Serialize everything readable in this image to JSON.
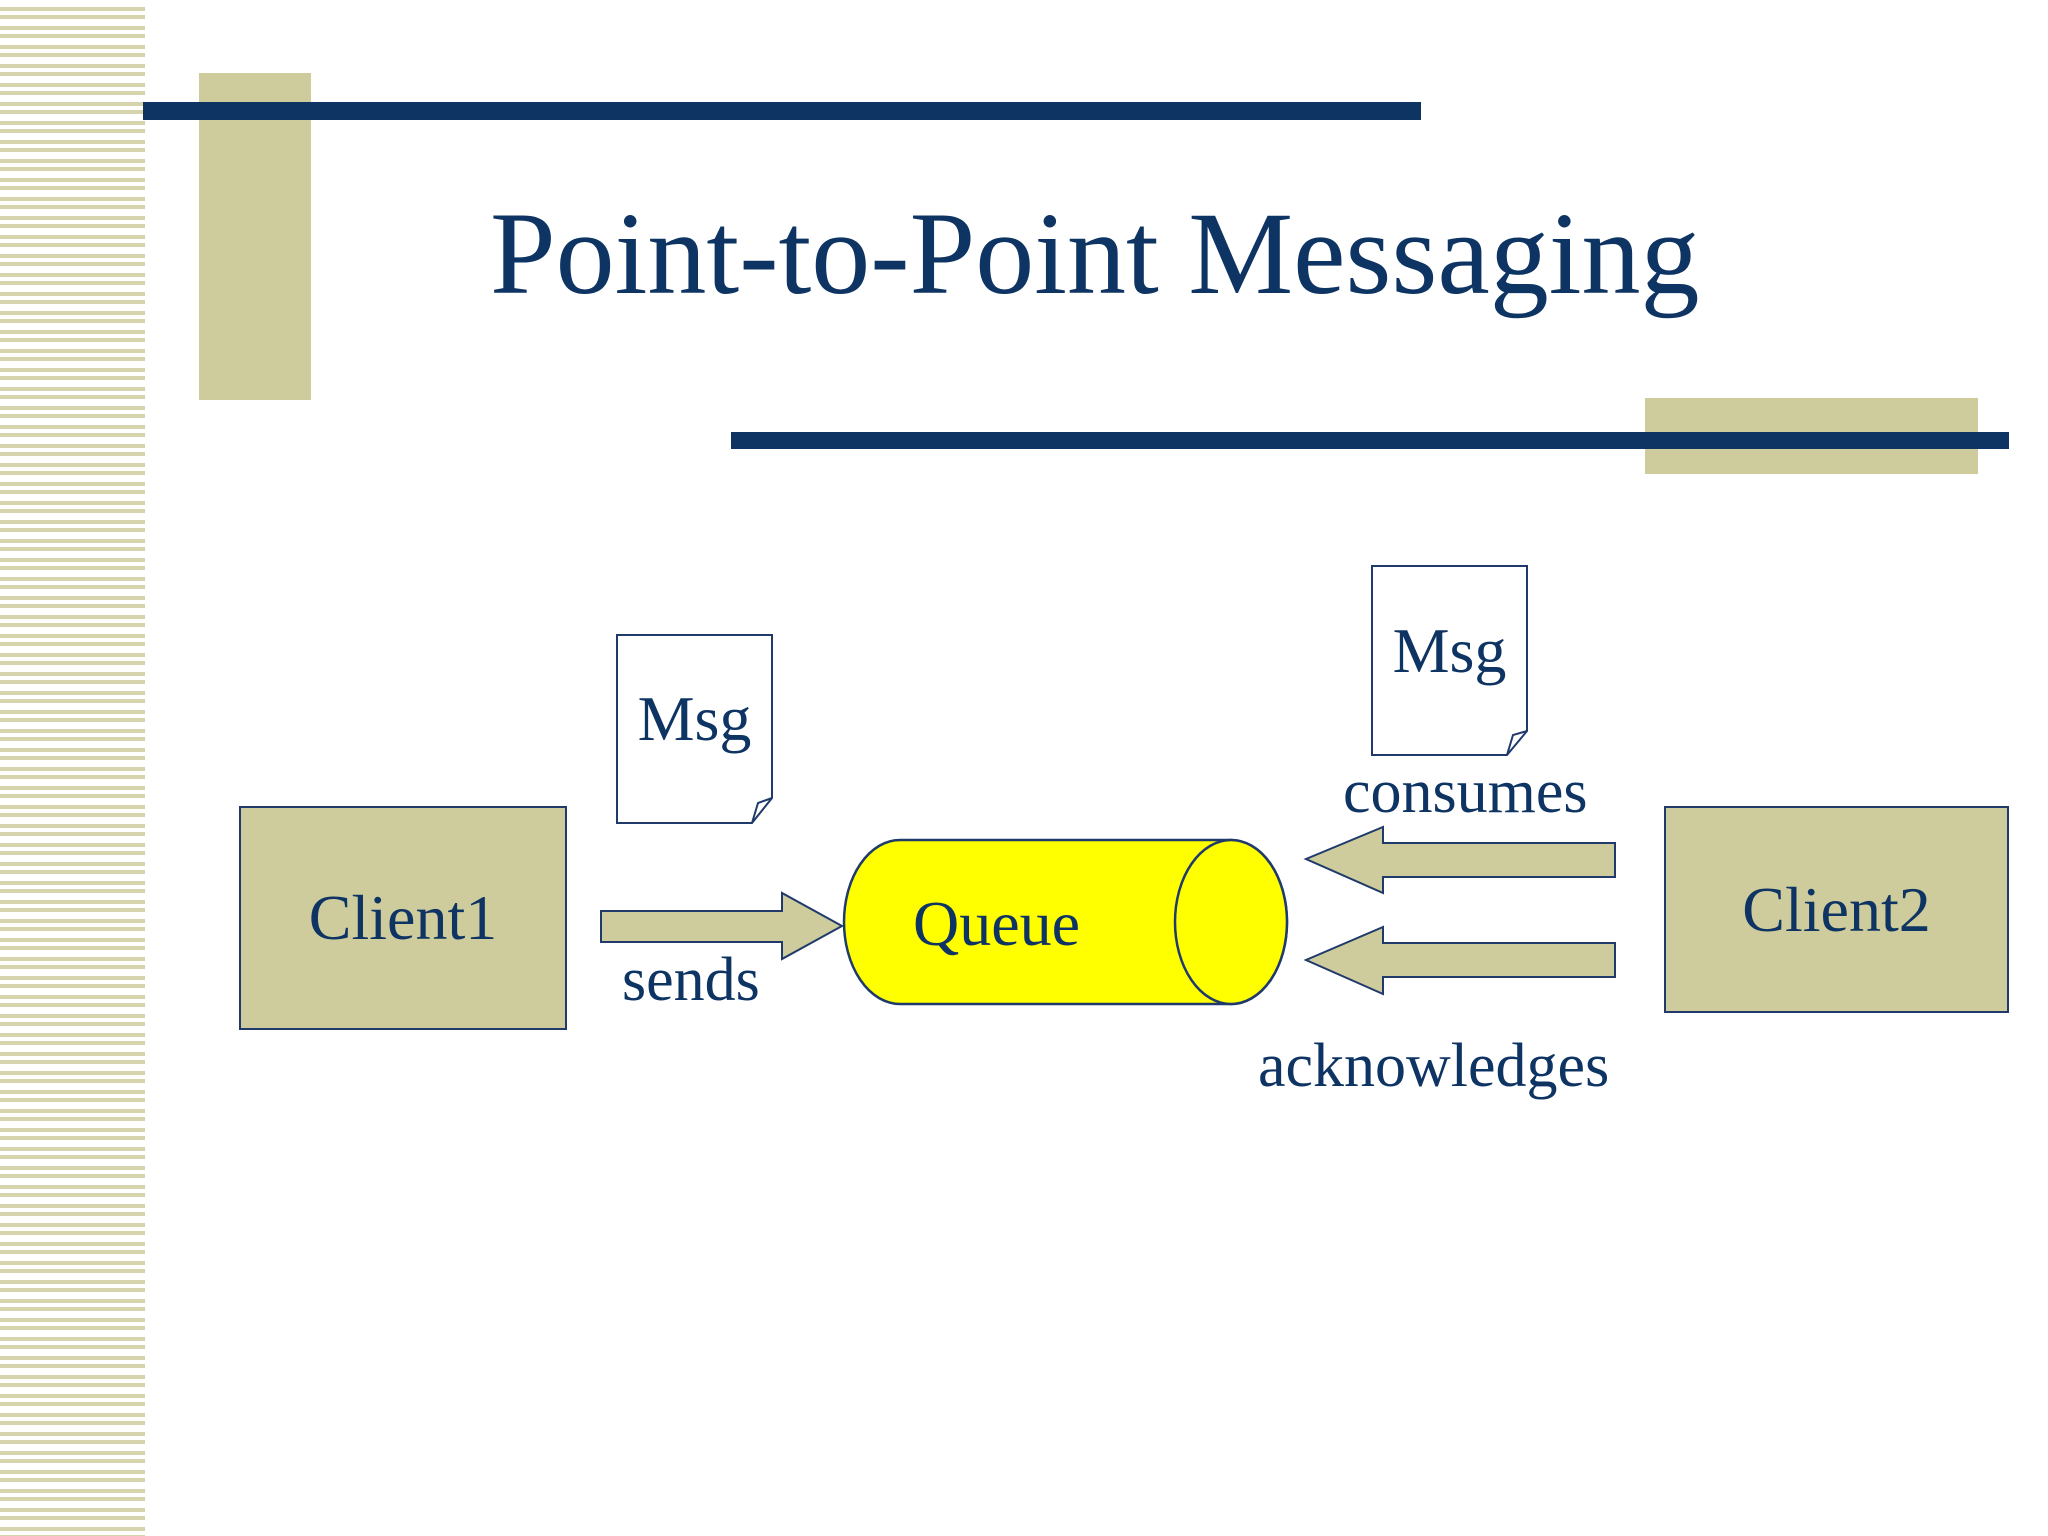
{
  "slide": {
    "title": "Point-to-Point Messaging"
  },
  "diagram": {
    "client1": "Client1",
    "client2": "Client2",
    "queue": "Queue",
    "msg_sent": "Msg",
    "msg_consumed": "Msg",
    "sends_label": "sends",
    "consumes_label": "consumes",
    "acknowledges_label": "acknowledges"
  },
  "colors": {
    "title_blue": "#0e3463",
    "box_khaki": "#cecc9c",
    "queue_yellow": "#ffff00"
  }
}
